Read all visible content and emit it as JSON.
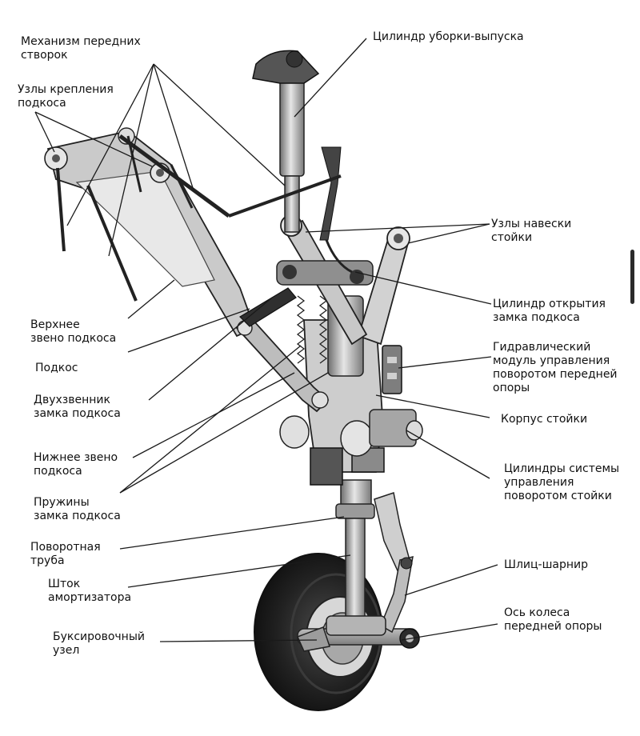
{
  "labels": {
    "front_doors": [
      "Механизм передних",
      "створок"
    ],
    "strut_mounts": [
      "Узлы крепления",
      "подкоса"
    ],
    "upper_link": [
      "Верхнее",
      "звено подкоса"
    ],
    "strut": [
      "Подкос"
    ],
    "lock_twolink": [
      "Двухзвенник",
      "замка подкоса"
    ],
    "lower_link": [
      "Нижнее звено",
      "подкоса"
    ],
    "lock_springs": [
      "Пружины",
      "замка подкоса"
    ],
    "rotary_tube": [
      "Поворотная",
      "труба"
    ],
    "shock_rod": [
      "Шток",
      "амортизатора"
    ],
    "towing_unit": [
      "Буксировочный",
      "узел"
    ],
    "retract_cylinder": [
      "Цилиндр уборки-выпуска"
    ],
    "hinge_mounts": [
      "Узлы навески",
      "стойки"
    ],
    "lock_open_cylinder": [
      "Цилиндр открытия",
      "замка подкоса"
    ],
    "hydraulic_module": [
      "Гидравлический",
      "модуль управления",
      "поворотом передней",
      "опоры"
    ],
    "strut_body": [
      "Корпус стойки"
    ],
    "steering_cylinders": [
      "Цилиндры  системы",
      "управления",
      "поворотом стойки"
    ],
    "torque_link": [
      "Шлиц-шарнир"
    ],
    "wheel_axle": [
      "Ось колеса",
      "передней опоры"
    ]
  },
  "colors": {
    "line": "#1a1a1a",
    "metal_dark": "#2a2a2a",
    "metal_mid": "#8c8c8c",
    "metal_light": "#d9d9d9",
    "tire": "#1c1c1c"
  }
}
